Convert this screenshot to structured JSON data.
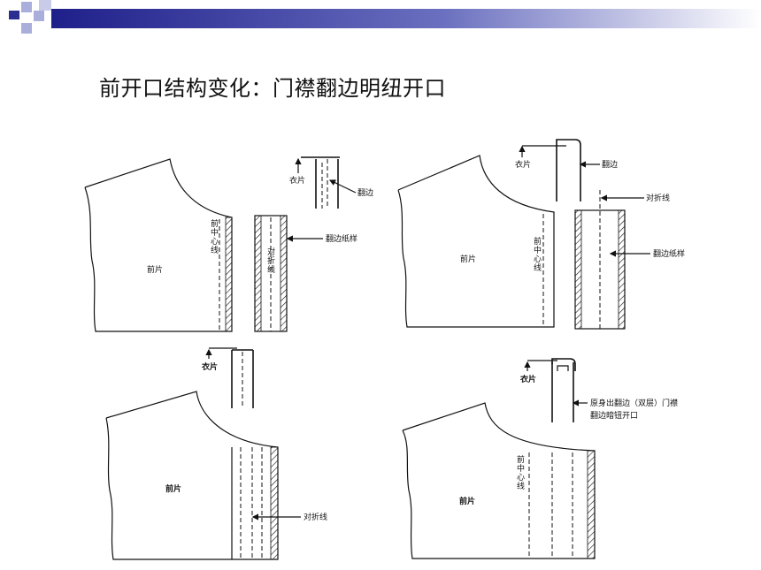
{
  "slide": {
    "title": "前开口结构变化：门襟翻边明纽开口"
  },
  "colors": {
    "header_dark": "#1f1f8a",
    "header_light": "#ffffff",
    "square_dark": "#2b2f8f",
    "square_light": "#a9aedb"
  },
  "panels": {
    "top_left": {
      "front_piece": "前片",
      "center_line": [
        "前",
        "中",
        "心",
        "线"
      ],
      "fold_line": [
        "对",
        "折",
        "线"
      ],
      "garment": "衣片",
      "facing": "翻边",
      "facing_pattern": "翻边纸样"
    },
    "top_right": {
      "front_piece": "前片",
      "center_line": [
        "前",
        "中",
        "心",
        "线"
      ],
      "garment": "衣片",
      "facing": "翻边",
      "fold_line": "对折线",
      "facing_pattern": "翻边纸样"
    },
    "bottom_left": {
      "front_piece": "前片",
      "garment": "衣片",
      "fold_line": "对折线"
    },
    "bottom_right": {
      "front_piece": "前片",
      "center_line": [
        "前",
        "中",
        "心",
        "线"
      ],
      "garment": "衣片",
      "note_line1": "原身出翻边（双层）门襟",
      "note_line2": "翻边暗钮开口"
    }
  }
}
